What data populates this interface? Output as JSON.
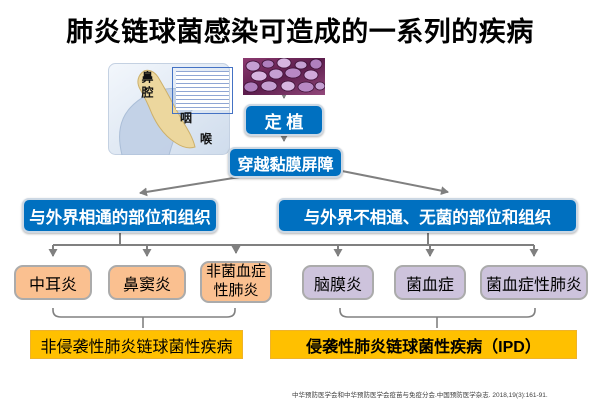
{
  "slide": {
    "title": "肺炎链球菌感染可造成的一系列的疾病",
    "footer_citation": "中华预防医学会和中华预防医学会疫苗与免疫分会.中国预防医学杂志. 2018,19(3):161-91."
  },
  "illustrations": {
    "head_anatomy": {
      "label_nasal_cavity": "鼻腔",
      "label_pharynx": "咽",
      "label_larynx": "喉"
    },
    "bacteria_micrograph_icon": "pneumococcus-micrograph"
  },
  "flowchart": {
    "colonization": "定 植",
    "mucosal_barrier": "穿越黏膜屏障",
    "exposed_sites": "与外界相通的部位和组织",
    "sterile_sites": "与外界不相通、无菌的部位和组织",
    "non_invasive_diseases": [
      "中耳炎",
      "鼻窦炎",
      "非菌血症性肺炎"
    ],
    "invasive_diseases": [
      "脑膜炎",
      "菌血症",
      "菌血症性肺炎"
    ],
    "non_invasive_group": "非侵袭性肺炎链球菌性疾病",
    "invasive_group": "侵袭性肺炎链球菌性疾病（IPD）"
  },
  "colors": {
    "process_box_blue": "#0070C0",
    "non_invasive_orange": "#FAC090",
    "invasive_purple": "#CDC3DC",
    "group_gold": "#FFC000",
    "connector_gray": "#808080"
  }
}
